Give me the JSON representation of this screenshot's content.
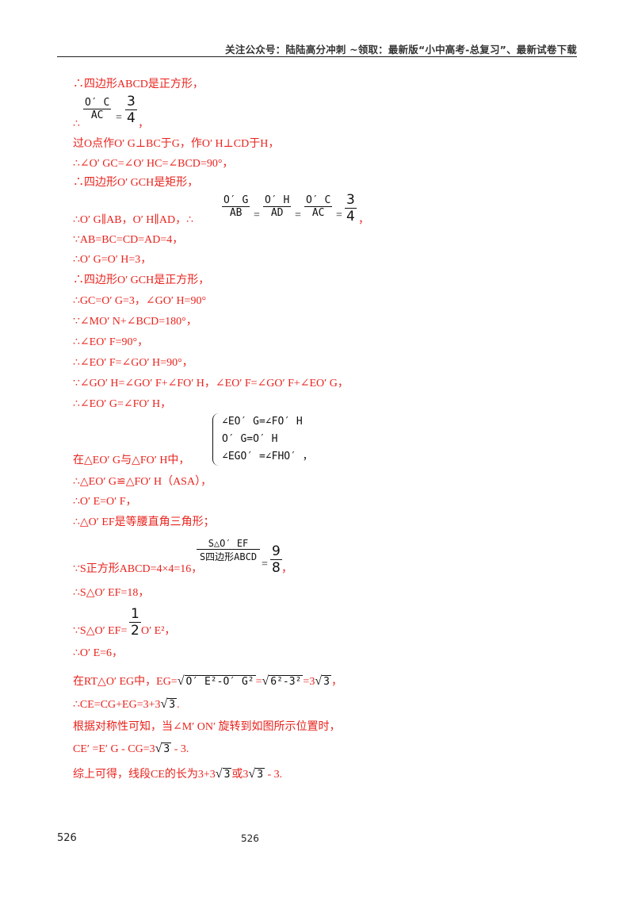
{
  "header": {
    "text": "关注公众号：陆陆高分冲刺  ~领取：最新版“小中高考-总复习”、最新试卷下载"
  },
  "lines": {
    "l1": "∴四边形ABCD是正方形，",
    "f1_num": "O′ C",
    "f1_den": "AC",
    "f1_val_num": "3",
    "f1_val_den": "4",
    "l2_pre": "∴",
    "l2_post": "，",
    "l3": "过O点作O′ G⊥BC于G，作O′ H⊥CD于H，",
    "l4": "∴∠O′ GC=∠O′ HC=∠BCD=90°，",
    "l5": "∴四边形O′ GCH是矩形，",
    "l6": "∴O′ G∥AB，O′ H∥AD，∴",
    "f2_a_num": "O′ G",
    "f2_a_den": "AB",
    "f2_b_num": "O′ H",
    "f2_b_den": "AD",
    "f2_c_num": "O′ C",
    "f2_c_den": "AC",
    "f2_d_num": "3",
    "f2_d_den": "4",
    "l7": "∵AB=BC=CD=AD=4，",
    "l8": "∴O′ G=O′ H=3，",
    "l9": "∴四边形O′ GCH是正方形，",
    "l10": "∴GC=O′ G=3，∠GO′ H=90°",
    "l11": "∵∠MO′ N+∠BCD=180°，",
    "l12": "∴∠EO′ F=90°，",
    "l13": "∴∠EO′ F=∠GO′ H=90°，",
    "l14": "∵∠GO′ H=∠GO′ F+∠FO′ H，∠EO′ F=∠GO′ F+∠EO′ G，",
    "l15": "∴∠EO′ G=∠FO′ H，",
    "sys1": "∠EO′ G=∠FO′ H",
    "sys2": "O′ G=O′ H",
    "sys3": "∠EGO′ =∠FHO′ ，",
    "l16": "在△EO′ G与△FO′ H中，",
    "l17": "∴△EO′ G≌△FO′ H（ASA），",
    "l18": "∴O′ E=O′ F，",
    "l19": "∴△O′ EF是等腰直角三角形；",
    "f3_num": "S△O′ EF",
    "f3_den": "S四边形ABCD",
    "f3_val_num": "9",
    "f3_val_den": "8",
    "l20": "∵S正方形ABCD=4×4=16，",
    "l20_post": "，",
    "l21": "∴S△O′ EF=18，",
    "f4_num": "1",
    "f4_den": "2",
    "l22_pre": "∵S△O′ EF=",
    "l22_post": "O′ E²，",
    "l23": "∴O′ E=6，",
    "l24_pre": "在RT△O′ EG中，EG=",
    "l24_rad1": "O′ E²-O′ G²",
    "l24_eq": "=",
    "l24_rad2": "6²-3²",
    "l24_eq2": "=3",
    "l24_rad3": "3",
    "l24_post": "，",
    "l25_pre": "∴CE=CG+EG=3+3",
    "l25_rad": "3",
    "l25_post": ".",
    "l26": "根据对称性可知，当∠M′ ON′ 旋转到如图所示位置时，",
    "l27_pre": "CE′ =E′ G - CG=3",
    "l27_rad": "3",
    "l27_post": " - 3.",
    "l28_pre": "综上可得，线段CE的长为3+3",
    "l28_rad": "3",
    "l28_mid": "或3",
    "l28_rad2": "3",
    "l28_post": " - 3."
  },
  "footer": {
    "page_left": "526",
    "page_center": "526"
  }
}
